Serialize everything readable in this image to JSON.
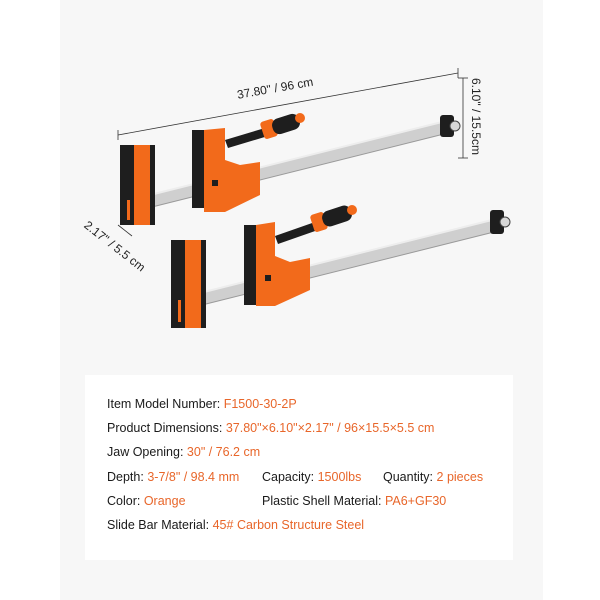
{
  "colors": {
    "page_bg": "#ffffff",
    "panel_bg": "#f7f7f7",
    "card_bg": "#ffffff",
    "label_text": "#1a1a1a",
    "value_text": "#e8662a",
    "clamp_orange": "#f26a1b",
    "clamp_black": "#1e1e1e",
    "bar_silver": "#c9c9c9"
  },
  "dimensions": {
    "length": "37.80\"  / 96 cm",
    "height": "6.10\" / 15.5cm",
    "width": "2.17\" / 5.5 cm"
  },
  "product": {
    "name": "Bar clamp",
    "quantity_shown": 2
  },
  "specs": {
    "model": {
      "label": "Item Model Number:",
      "value": "F1500-30-2P"
    },
    "dimensions": {
      "label": "Product Dimensions:",
      "value": "37.80\"×6.10\"×2.17\" / 96×15.5×5.5 cm"
    },
    "jaw_opening": {
      "label": "Jaw Opening:",
      "value": "30\" / 76.2 cm"
    },
    "depth": {
      "label": "Depth:",
      "value": "3-7/8\" / 98.4 mm"
    },
    "capacity": {
      "label": "Capacity:",
      "value": "1500lbs"
    },
    "quantity": {
      "label": "Quantity:",
      "value": "2 pieces"
    },
    "color": {
      "label": "Color:",
      "value": "Orange"
    },
    "shell_material": {
      "label": "Plastic Shell Material:",
      "value": "PA6+GF30"
    },
    "bar_material": {
      "label": "Slide Bar Material:",
      "value": "45# Carbon Structure Steel"
    }
  }
}
